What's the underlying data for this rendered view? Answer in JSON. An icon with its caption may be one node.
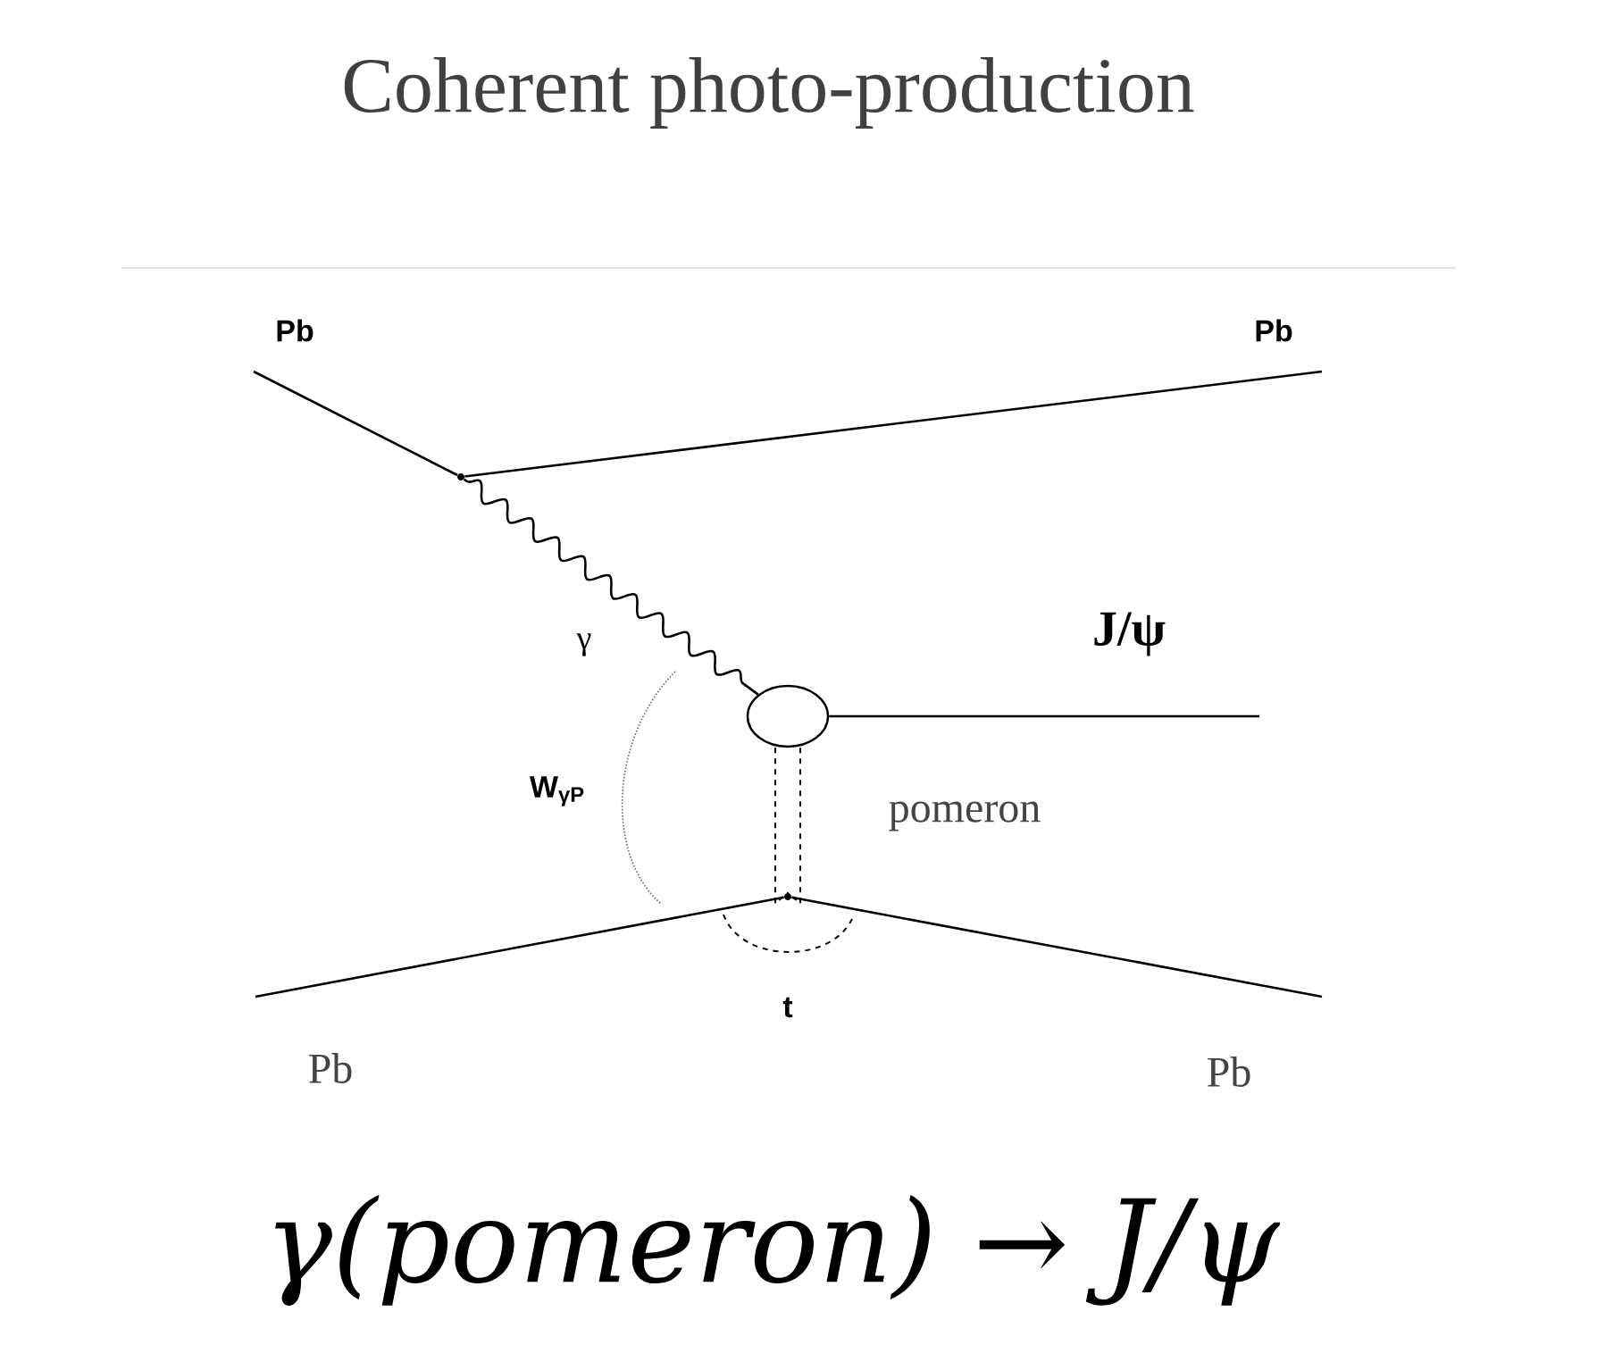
{
  "diagram": {
    "title": "Coherent photo-production",
    "caption": "γ(pomeron) → J/ψ",
    "nodes": [
      {
        "text": [],
        "shape": "dot"
      },
      {
        "text": [],
        "shape": "ellipse"
      },
      {
        "text": [],
        "shape": "dot"
      }
    ],
    "edges": [
      {
        "from": null,
        "to": 0,
        "arrow": "none",
        "label": "Pb"
      },
      {
        "from": 0,
        "to": null,
        "arrow": "none",
        "label": "Pb"
      },
      {
        "from": 0,
        "to": 1,
        "arrow": "none",
        "label": "γ"
      },
      {
        "from": 1,
        "to": null,
        "arrow": "none",
        "label": "J/ψ"
      },
      {
        "from": 1,
        "to": 2,
        "arrow": "none",
        "label": "pomeron",
        "style": "dashed"
      },
      {
        "from": null,
        "to": 2,
        "arrow": "none",
        "label": "Pb"
      },
      {
        "from": 2,
        "to": null,
        "arrow": "none",
        "label": "Pb"
      }
    ],
    "labels": [
      "W$_{γP}$",
      "t"
    ]
  }
}
